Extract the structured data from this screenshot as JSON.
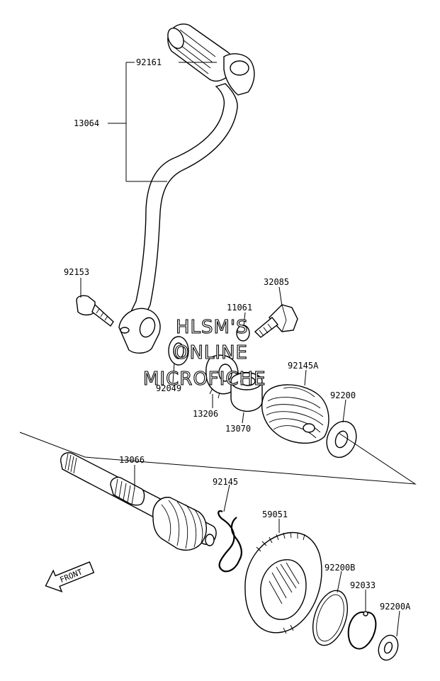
{
  "parts": {
    "p92161": "92161",
    "p13064": "13064",
    "p92153": "92153",
    "p32085": "32085",
    "p11061": "11061",
    "p92145A": "92145A",
    "p92049": "92049",
    "p13206": "13206",
    "p13070": "13070",
    "p92200": "92200",
    "p13066": "13066",
    "p92145": "92145",
    "p59051": "59051",
    "p92200B": "92200B",
    "p92033": "92033",
    "p92200A": "92200A"
  },
  "watermark": {
    "line1": "HLSM'S",
    "line2": "ONLINE",
    "line3": "MICROFICHE"
  },
  "direction_arrow": {
    "label": "FRONT"
  }
}
